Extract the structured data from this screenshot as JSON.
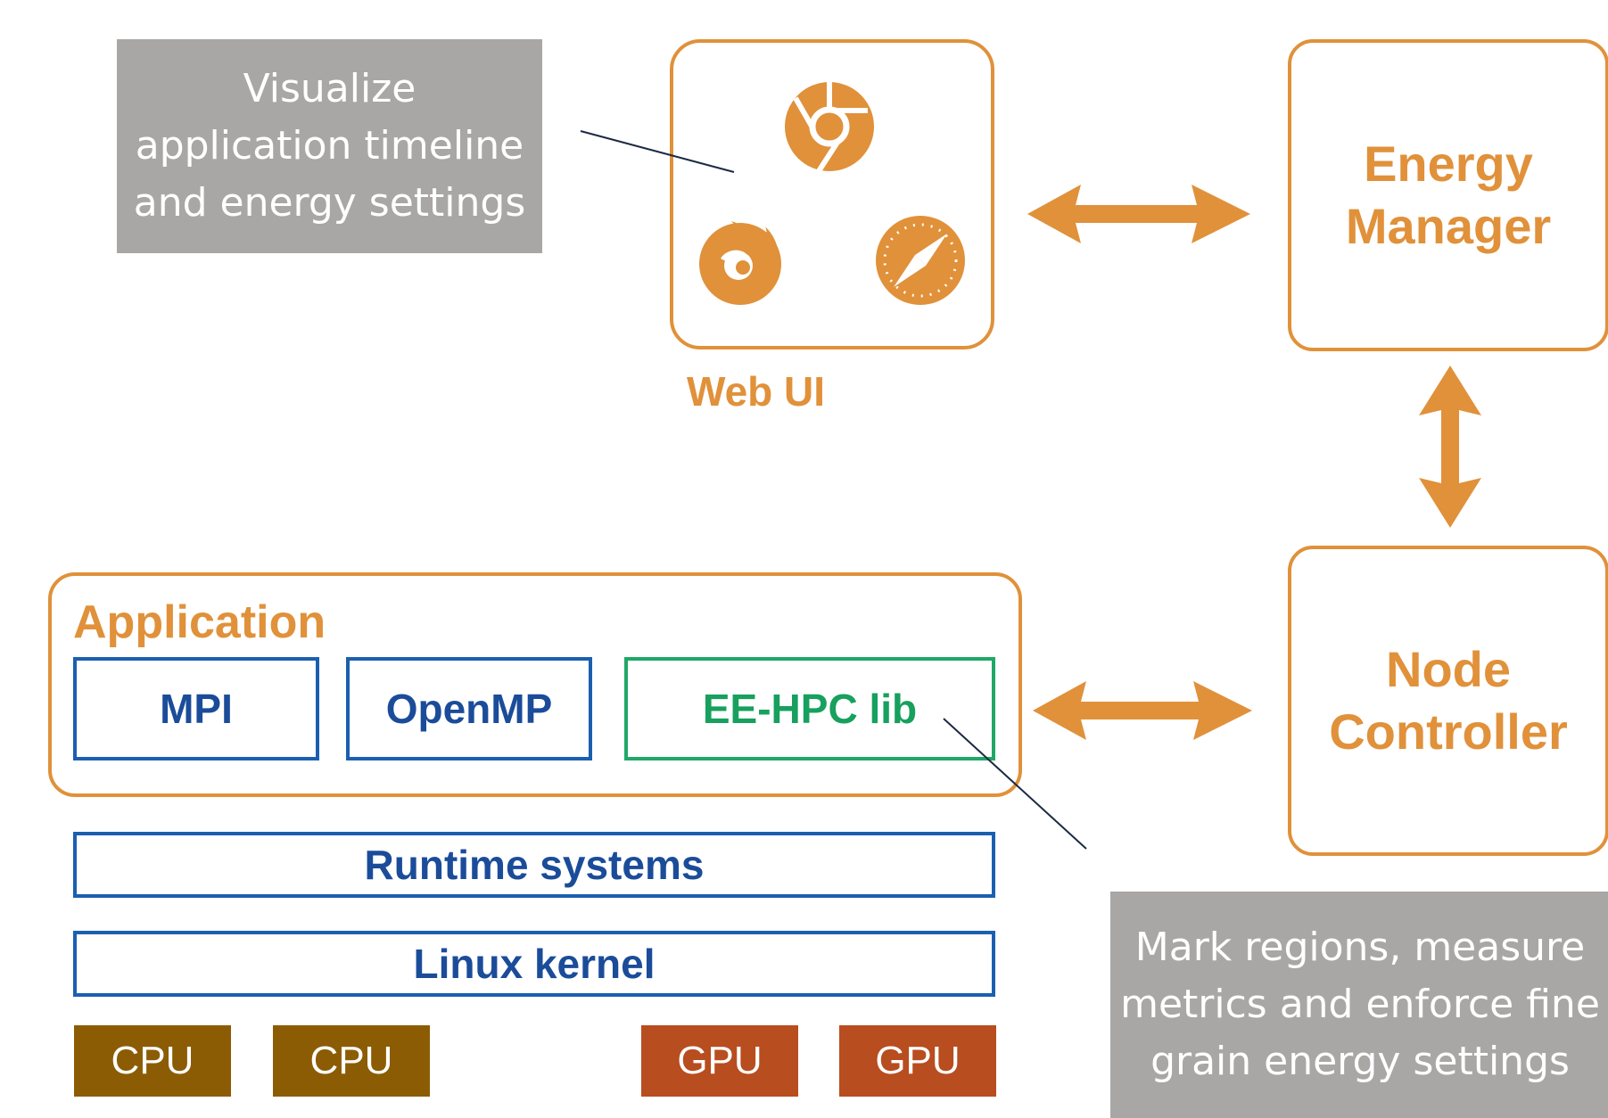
{
  "callouts": {
    "web_ui_note": [
      "Visualize",
      "application timeline",
      "and energy settings"
    ],
    "lib_note": [
      "Mark regions, measure",
      "metrics and enforce fine",
      "grain energy settings"
    ]
  },
  "web_ui": {
    "label": "Web UI",
    "icons": [
      "chrome-icon",
      "firefox-icon",
      "safari-icon"
    ]
  },
  "energy_manager": {
    "line1": "Energy",
    "line2": "Manager"
  },
  "node_controller": {
    "line1": "Node",
    "line2": "Controller"
  },
  "application": {
    "label": "Application",
    "modules": {
      "mpi": "MPI",
      "openmp": "OpenMP",
      "eehpc": "EE-HPC lib"
    }
  },
  "layers": {
    "runtime": "Runtime systems",
    "kernel": "Linux kernel"
  },
  "hardware": [
    {
      "label": "CPU",
      "color": "#8c5c05"
    },
    {
      "label": "CPU",
      "color": "#8c5c05"
    },
    {
      "label": "GPU",
      "color": "#b84d1f"
    },
    {
      "label": "GPU",
      "color": "#b84d1f"
    }
  ],
  "colors": {
    "orange": "#e0913a",
    "blue": "#1b5fb0",
    "green": "#1fa867",
    "callout_bg": "#a9a7a6",
    "leader_line": "#1d2a44"
  }
}
